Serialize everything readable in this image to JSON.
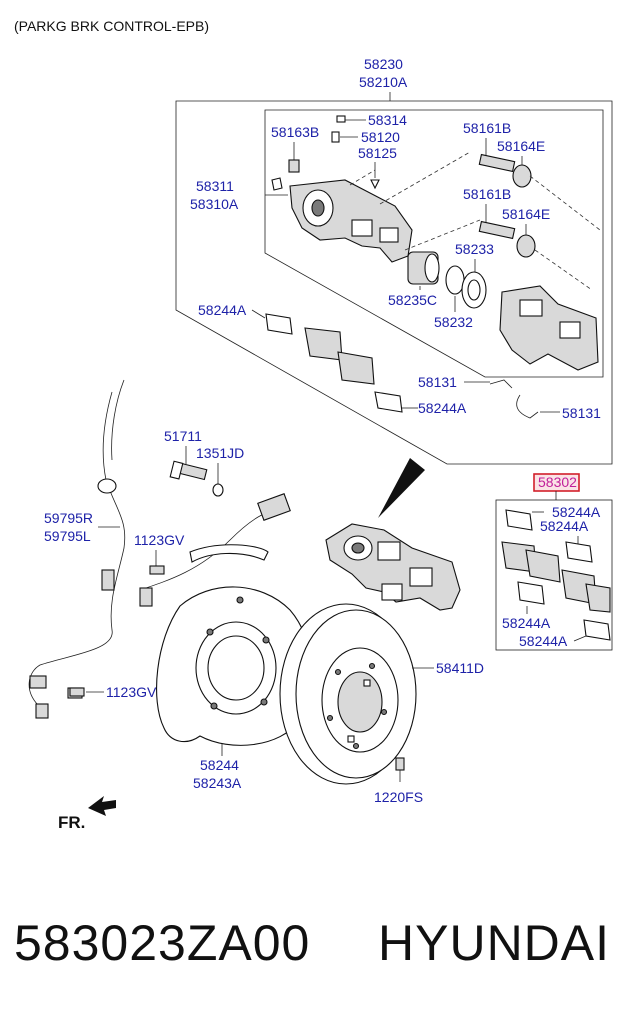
{
  "header": {
    "title": "(PARKG BRK CONTROL-EPB)"
  },
  "footer": {
    "part_number": "583023ZA00",
    "brand": "HYUNDAI"
  },
  "direction_label": "FR.",
  "highlight": {
    "code": "58302",
    "color": "#d21f2a"
  },
  "labels": {
    "top_a": "58230",
    "top_b": "58210A",
    "p58314": "58314",
    "p58163B": "58163B",
    "p58120": "58120",
    "p58125": "58125",
    "p58161B_1": "58161B",
    "p58164E_1": "58164E",
    "p58161B_2": "58161B",
    "p58164E_2": "58164E",
    "p58311": "58311",
    "p58310A": "58310A",
    "p58233": "58233",
    "p58235C": "58235C",
    "p58232": "58232",
    "p58244A_1": "58244A",
    "p58131_1": "58131",
    "p58244A_2": "58244A",
    "p58131_2": "58131",
    "p51711": "51711",
    "p1351JD": "1351JD",
    "p59795R": "59795R",
    "p59795L": "59795L",
    "p1123GV_1": "1123GV",
    "p1123GV_2": "1123GV",
    "p58244A_3": "58244A",
    "p58244A_4": "58244A",
    "p58244A_5": "58244A",
    "p58244A_6": "58244A",
    "p58411D": "58411D",
    "p58244": "58244",
    "p58243A": "58243A",
    "p1220FS": "1220FS"
  },
  "colors": {
    "label_text": "#1e22a8",
    "line": "#222222"
  }
}
